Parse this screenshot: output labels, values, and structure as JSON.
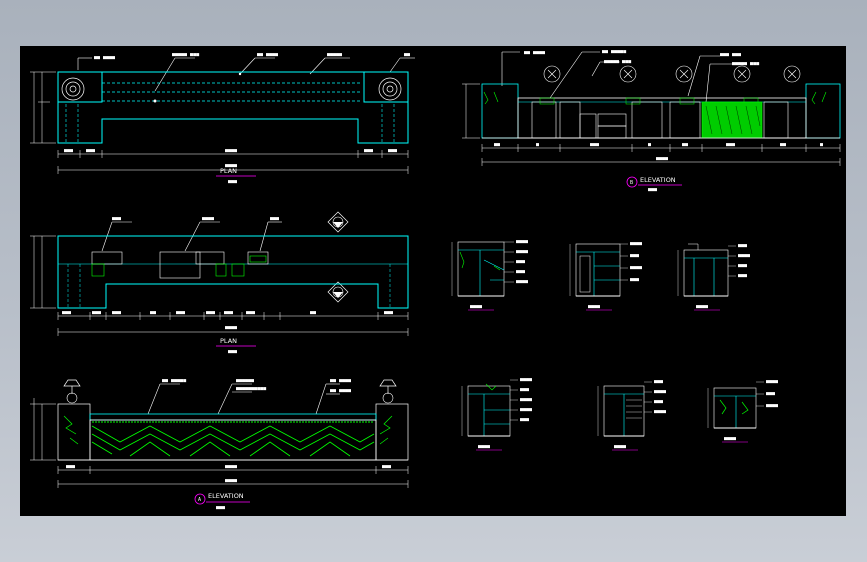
{
  "plan_top": {
    "labels": [
      "■■ ■■■■",
      "■■■■■ ■■■",
      "■■ ■■■■",
      "■■■■■",
      "■■"
    ],
    "dims": [
      "■■■",
      "■■■",
      "■■■■",
      "■■■",
      "■■■"
    ],
    "total": "■■■■",
    "title": "PLAN",
    "subtitle": "■■■"
  },
  "plan_mid": {
    "labels": [
      "■■■",
      "■■■■",
      "■■■"
    ],
    "dims": [
      "■■■",
      "■■■",
      "■■■",
      "■■",
      "■■■",
      "■■■",
      "■■■",
      "■■■",
      "■■",
      "■■■"
    ],
    "total": "■■■■",
    "title": "PLAN",
    "subtitle": "■■■"
  },
  "elev_a": {
    "labels": [
      "■■ ■■■■■",
      "■■■■■■",
      "■■ ■■■■",
      "■■■■■■■■■■",
      "■■ ■■■■"
    ],
    "dims": [
      "■■■",
      "■■■■",
      "■■■"
    ],
    "total": "■■■■",
    "marker": "A",
    "title": "ELEVATION",
    "subtitle": "■■■"
  },
  "elev_b": {
    "labels": [
      "■■ ■■■■",
      "■■ ■■■■■",
      "■■■■■ ■■■",
      "■■■ ■■■",
      "■■■■■ ■■■"
    ],
    "dims": [
      "■■",
      "■",
      "■■■",
      "■",
      "■■",
      "■■■",
      "■■",
      "■"
    ],
    "total": "■■■■",
    "marker": "B",
    "title": "ELEVATION",
    "subtitle": "■■■"
  },
  "sections": [
    {
      "callouts": [
        "■■■■",
        "■■■■",
        "■■■",
        "■■■",
        "■■■■"
      ],
      "tag": "■■■■"
    },
    {
      "callouts": [
        "■■■■",
        "■■■",
        "■■■■",
        "■■■"
      ],
      "tag": "■■■■"
    },
    {
      "callouts": [
        "■■■",
        "■■■■",
        "■■■",
        "■■■"
      ],
      "tag": "■■■■"
    },
    {
      "callouts": [
        "■■■■",
        "■■■",
        "■■■■",
        "■■■■",
        "■■■"
      ],
      "tag": "■■■■"
    },
    {
      "callouts": [
        "■■■",
        "■■■■",
        "■■■",
        "■■■■"
      ],
      "tag": "■■■■"
    },
    {
      "callouts": [
        "■■■■",
        "■■■",
        "■■■■"
      ],
      "tag": "■■■■"
    }
  ],
  "colors": {
    "background": "#000000",
    "outline": "#00ffff",
    "lines": "#ffffff",
    "accent": "#00ff00",
    "title_underline": "#ff00ff",
    "frame": "#b6bdc7"
  }
}
